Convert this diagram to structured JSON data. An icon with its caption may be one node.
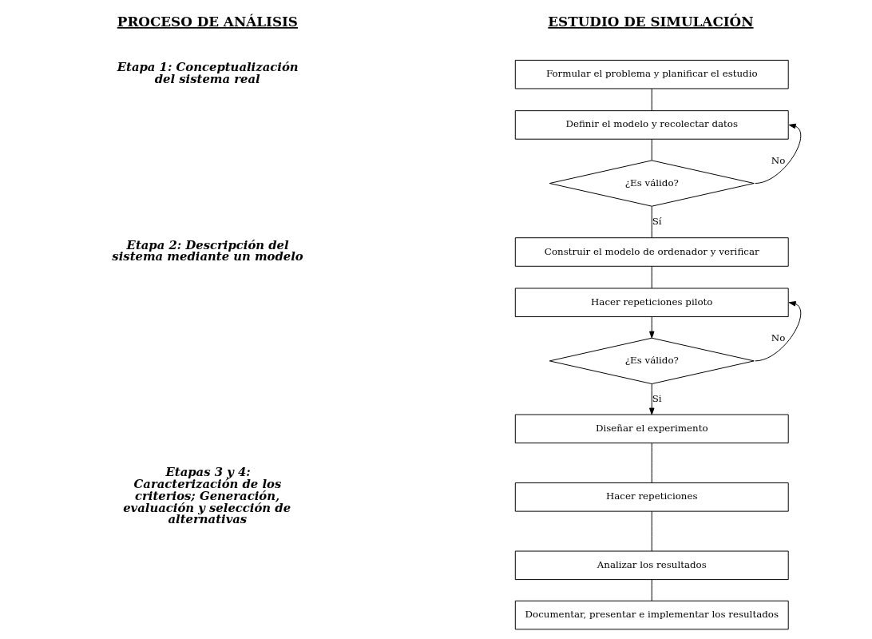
{
  "diagram": {
    "nodes": [
      {
        "text": [
          "Formular el problema y planificar el estudio"
        ]
      },
      {
        "text": [
          "Definir el modelo y recolectar datos"
        ]
      },
      {
        "text": [
          "¿Es válido?"
        ]
      },
      {
        "text": [
          "Construir el modelo de ordenador y verificar"
        ]
      },
      {
        "text": [
          "Hacer repeticiones piloto"
        ]
      },
      {
        "text": [
          "¿Es válido?"
        ]
      },
      {
        "text": [
          "Diseñar el experimento"
        ]
      },
      {
        "text": [
          "Hacer repeticiones"
        ]
      },
      {
        "text": [
          "Analizar los resultados"
        ]
      },
      {
        "text": [
          "Documentar, presentar e implementar los resultados"
        ]
      }
    ],
    "edges": [
      {
        "from": 0,
        "to": 1,
        "arrow": "none"
      },
      {
        "from": 1,
        "to": 2,
        "arrow": "none"
      },
      {
        "from": 2,
        "to": 1,
        "arrow": "to",
        "label": "No"
      },
      {
        "from": 2,
        "to": 3,
        "arrow": "none",
        "label": "Sí"
      },
      {
        "from": 3,
        "to": 4,
        "arrow": "none"
      },
      {
        "from": 4,
        "to": 5,
        "arrow": "to"
      },
      {
        "from": 5,
        "to": 4,
        "arrow": "to",
        "label": "No"
      },
      {
        "from": 5,
        "to": 6,
        "arrow": "to",
        "label": "Si"
      },
      {
        "from": 6,
        "to": 7,
        "arrow": "none"
      },
      {
        "from": 7,
        "to": 8,
        "arrow": "none"
      },
      {
        "from": 8,
        "to": 9,
        "arrow": "none"
      }
    ],
    "labels": [
      "PROCESO DE ANÁLISIS",
      "ESTUDIO DE SIMULACIÓN",
      "Etapa 1: Conceptualización del sistema real",
      "Etapa 2: Descripción del sistema mediante un modelo",
      "Etapas 3 y 4: Caracterización de los criterios; Generación, evaluación y selección de alternativas"
    ]
  }
}
